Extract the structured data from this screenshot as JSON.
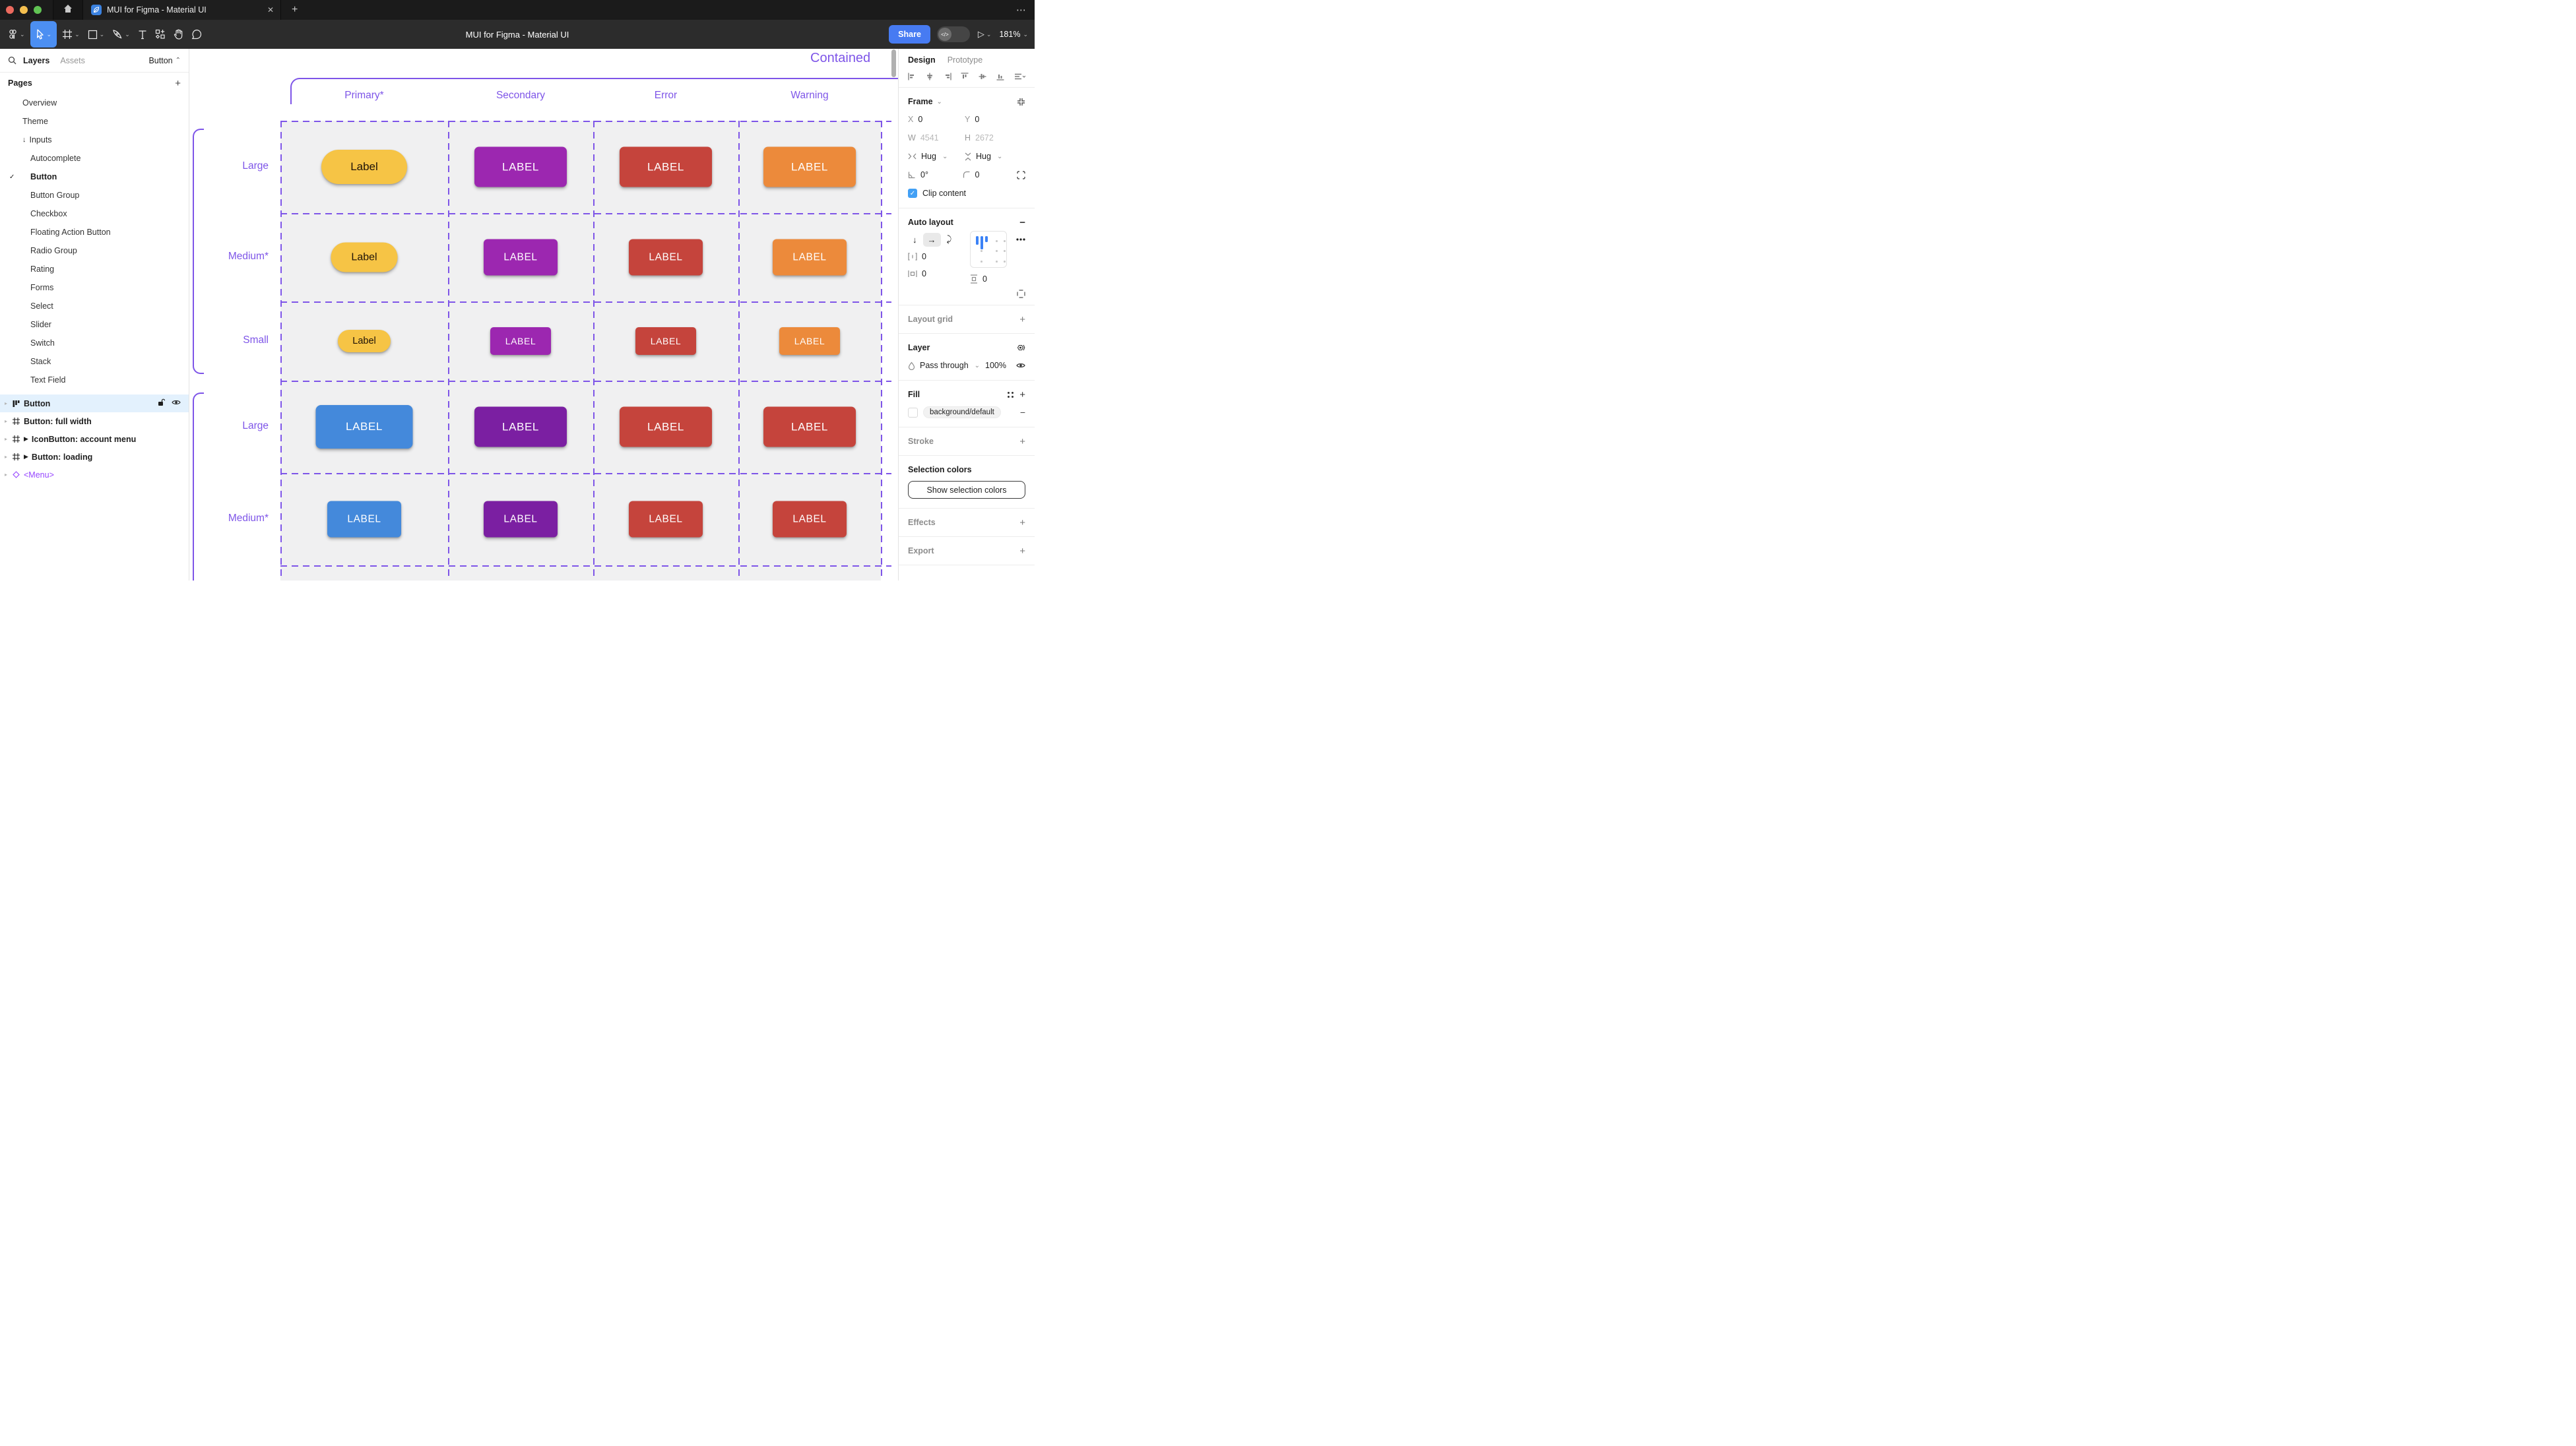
{
  "icons": {
    "ellipsis": "⋯",
    "plus": "+",
    "minus": "−",
    "check": "✓",
    "close": "✕",
    "chevron_down": "⌄",
    "chevron_up": "⌃",
    "arrow_down": "↓",
    "arrow_right": "→",
    "wrap": "⤸",
    "play": "▷",
    "triangle_right": "▶",
    "disclosure": "▸",
    "dev_code": "</>",
    "four_dots": "∷",
    "angle": "∟"
  },
  "window": {
    "tab_title": "MUI for Figma - Material UI"
  },
  "toolbar": {
    "title": "MUI for Figma - Material UI",
    "share": "Share",
    "zoom": "181%"
  },
  "sidebar": {
    "tabs": {
      "layers": "Layers",
      "assets": "Assets"
    },
    "page_selector": "Button",
    "pages_title": "Pages",
    "pages": [
      {
        "label": "Overview",
        "indent": 1
      },
      {
        "label": "Theme",
        "indent": 1
      },
      {
        "label": "Inputs",
        "indent": 1,
        "prefix": "↓"
      },
      {
        "label": "Autocomplete",
        "indent": 2
      },
      {
        "label": "Button",
        "indent": 2,
        "checked": true,
        "bold": true
      },
      {
        "label": "Button Group",
        "indent": 2
      },
      {
        "label": "Checkbox",
        "indent": 2
      },
      {
        "label": "Floating Action Button",
        "indent": 2
      },
      {
        "label": "Radio Group",
        "indent": 2
      },
      {
        "label": "Rating",
        "indent": 2
      },
      {
        "label": "Forms",
        "indent": 2
      },
      {
        "label": "Select",
        "indent": 2
      },
      {
        "label": "Slider",
        "indent": 2
      },
      {
        "label": "Switch",
        "indent": 2
      },
      {
        "label": "Stack",
        "indent": 2
      },
      {
        "label": "Text Field",
        "indent": 2
      }
    ],
    "layers": [
      {
        "label": "Button",
        "icon": "autolayout",
        "selected": true,
        "bold": true
      },
      {
        "label": "Button: full width",
        "icon": "frame",
        "bold": true
      },
      {
        "label": "IconButton: account menu",
        "icon": "frame",
        "marker": true,
        "bold": true
      },
      {
        "label": "Button: loading",
        "icon": "frame",
        "marker": true,
        "bold": true
      },
      {
        "label": "<Menu>",
        "icon": "instance",
        "purple": true
      }
    ]
  },
  "canvas": {
    "title": "Contained",
    "accent": "#7e55e8",
    "cell_bg": "#f0f0f1",
    "columns": [
      "Primary*",
      "Secondary",
      "Error",
      "Warning"
    ],
    "row_labels": [
      "Large",
      "Medium*",
      "Small",
      "Large",
      "Medium*"
    ],
    "sections": [
      {
        "rows": [
          {
            "size": "large",
            "cells": [
              {
                "label": "Label",
                "bg": "#f6c445",
                "fg": "#1f1307",
                "shape": "pill"
              },
              {
                "label": "LABEL",
                "bg": "#9c27b0",
                "fg": "#ffffff",
                "shape": "rect"
              },
              {
                "label": "LABEL",
                "bg": "#c5443c",
                "fg": "#ffffff",
                "shape": "rect"
              },
              {
                "label": "LABEL",
                "bg": "#ec8a3b",
                "fg": "#ffffff",
                "shape": "rect"
              }
            ]
          },
          {
            "size": "medium",
            "cells": [
              {
                "label": "Label",
                "bg": "#f6c445",
                "fg": "#1f1307",
                "shape": "pill"
              },
              {
                "label": "LABEL",
                "bg": "#9c27b0",
                "fg": "#ffffff",
                "shape": "rect"
              },
              {
                "label": "LABEL",
                "bg": "#c5443c",
                "fg": "#ffffff",
                "shape": "rect"
              },
              {
                "label": "LABEL",
                "bg": "#ec8a3b",
                "fg": "#ffffff",
                "shape": "rect"
              }
            ]
          },
          {
            "size": "small",
            "cells": [
              {
                "label": "Label",
                "bg": "#f6c445",
                "fg": "#1f1307",
                "shape": "pill"
              },
              {
                "label": "LABEL",
                "bg": "#9c27b0",
                "fg": "#ffffff",
                "shape": "rect"
              },
              {
                "label": "LABEL",
                "bg": "#c5443c",
                "fg": "#ffffff",
                "shape": "rect"
              },
              {
                "label": "LABEL",
                "bg": "#ec8a3b",
                "fg": "#ffffff",
                "shape": "rect"
              }
            ]
          }
        ]
      },
      {
        "rows": [
          {
            "size": "large",
            "cells": [
              {
                "label": "LABEL",
                "bg": "#4489db",
                "fg": "#ffffff",
                "shape": "rect",
                "w": 147,
                "h": 66,
                "r": 8
              },
              {
                "label": "LABEL",
                "bg": "#7b1fa2",
                "fg": "#ffffff",
                "shape": "rect"
              },
              {
                "label": "LABEL",
                "bg": "#c5443c",
                "fg": "#ffffff",
                "shape": "rect"
              },
              {
                "label": "LABEL",
                "bg": "#c5443c",
                "fg": "#ffffff",
                "shape": "rect"
              }
            ]
          },
          {
            "size": "medium",
            "cells": [
              {
                "label": "LABEL",
                "bg": "#4489db",
                "fg": "#ffffff",
                "shape": "rect"
              },
              {
                "label": "LABEL",
                "bg": "#7b1fa2",
                "fg": "#ffffff",
                "shape": "rect"
              },
              {
                "label": "LABEL",
                "bg": "#c5443c",
                "fg": "#ffffff",
                "shape": "rect"
              },
              {
                "label": "LABEL",
                "bg": "#c5443c",
                "fg": "#ffffff",
                "shape": "rect"
              }
            ]
          }
        ]
      }
    ]
  },
  "inspector": {
    "tabs": {
      "design": "Design",
      "prototype": "Prototype"
    },
    "frame": {
      "title": "Frame",
      "x_label": "X",
      "x_value": "0",
      "y_label": "Y",
      "y_value": "0",
      "w_label": "W",
      "w_value": "4541",
      "h_label": "H",
      "h_value": "2672",
      "hug_h": "Hug",
      "hug_v": "Hug",
      "rotation": "0°",
      "radius": "0",
      "clip_label": "Clip content"
    },
    "auto_layout": {
      "title": "Auto layout",
      "gap_value": "0",
      "pad_h_value": "0",
      "pad_v_value": "0"
    },
    "layout_grid": {
      "title": "Layout grid"
    },
    "layer": {
      "title": "Layer",
      "blend_mode": "Pass through",
      "opacity": "100%"
    },
    "fill": {
      "title": "Fill",
      "token": "background/default"
    },
    "stroke": {
      "title": "Stroke"
    },
    "selection_colors": {
      "title": "Selection colors",
      "button": "Show selection colors"
    },
    "effects": {
      "title": "Effects"
    },
    "export": {
      "title": "Export"
    }
  }
}
